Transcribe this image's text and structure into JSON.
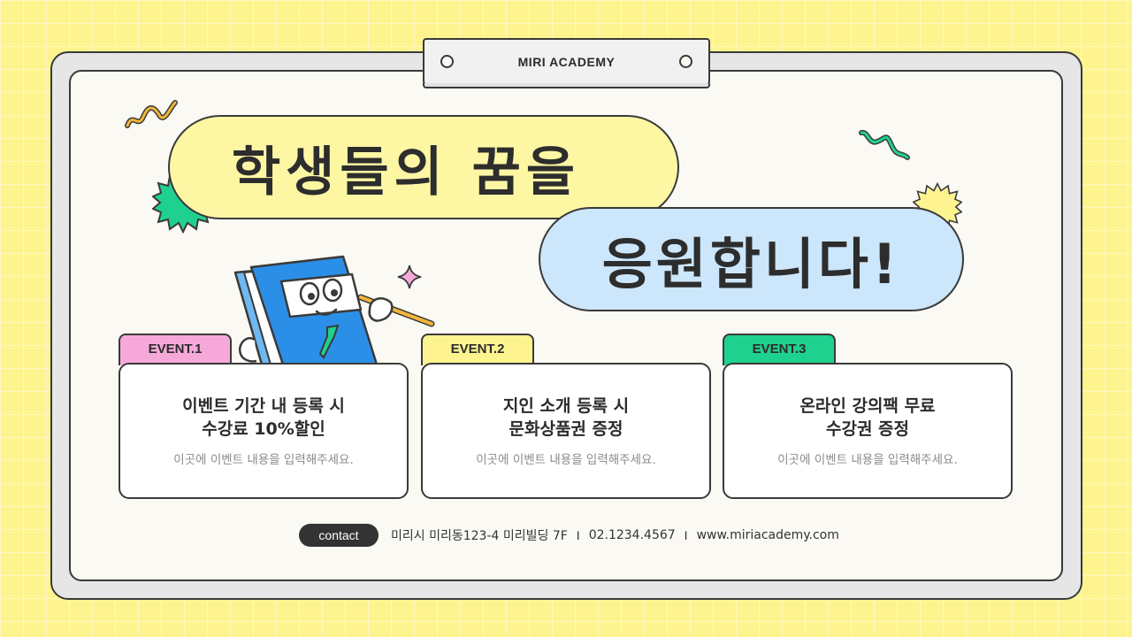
{
  "header": {
    "academy_name": "MIRI ACADEMY"
  },
  "title": {
    "line1": "학생들의 꿈을",
    "line2": "응원합니다!"
  },
  "events": [
    {
      "tab": "EVENT.1",
      "heading_line1": "이벤트 기간 내 등록 시",
      "heading_line2": "수강료 10%할인",
      "desc": "이곳에 이벤트 내용을 입력해주세요.",
      "color": "#f6a9d9"
    },
    {
      "tab": "EVENT.2",
      "heading_line1": "지인 소개 등록 시",
      "heading_line2": "문화상품권 증정",
      "desc": "이곳에 이벤트 내용을 입력해주세요.",
      "color": "#fdf48f"
    },
    {
      "tab": "EVENT.3",
      "heading_line1": "온라인 강의팩 무료",
      "heading_line2": "수강권 증정",
      "desc": "이곳에 이벤트 내용을 입력해주세요.",
      "color": "#1fd18f"
    }
  ],
  "contact": {
    "label": "contact",
    "address": "미리시 미리동123-4 미리빌딩 7F",
    "phone": "02.1234.4567",
    "website": "www.miriacademy.com",
    "separator": "I"
  },
  "colors": {
    "background": "#fdf48f",
    "pill_yellow": "#fdf7a4",
    "pill_blue": "#cce6fb",
    "green": "#1fd18f",
    "book_blue": "#2b8fe8"
  },
  "icons": [
    "squiggle-icon",
    "sunburst-icon",
    "sparkle-icon",
    "book-mascot-icon"
  ]
}
